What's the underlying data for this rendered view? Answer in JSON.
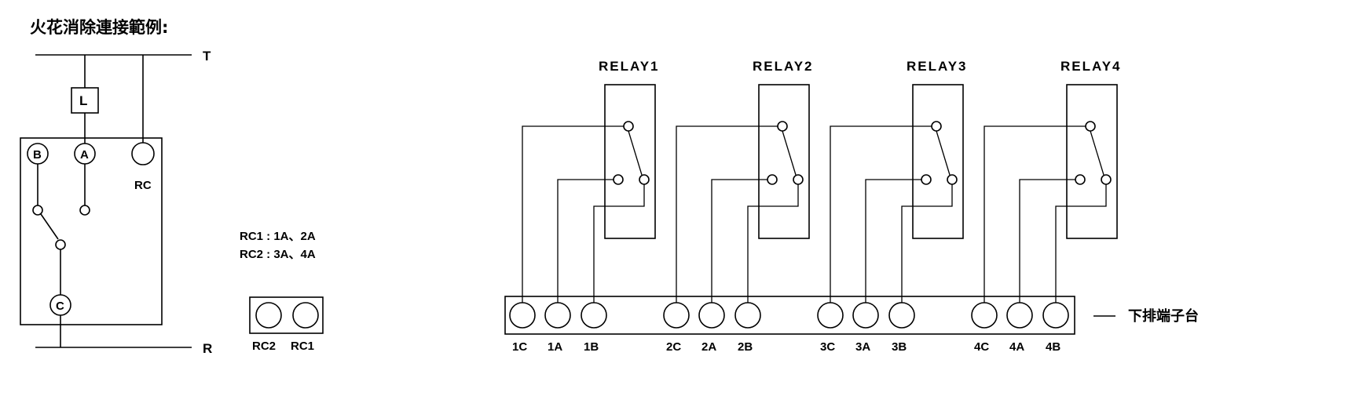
{
  "title": "火花消除連接範例:",
  "left_circuit": {
    "line_top": "T",
    "line_bottom": "R",
    "load": "L",
    "terminal_b": "B",
    "terminal_a": "A",
    "terminal_c": "C",
    "terminal_rc": "RC"
  },
  "rc_mapping": {
    "line1": "RC1 : 1A、2A",
    "line2": "RC2 : 3A、4A",
    "label_rc2": "RC2",
    "label_rc1": "RC1"
  },
  "relays": [
    {
      "name": "RELAY1",
      "terminals": [
        "1C",
        "1A",
        "1B"
      ]
    },
    {
      "name": "RELAY2",
      "terminals": [
        "2C",
        "2A",
        "2B"
      ]
    },
    {
      "name": "RELAY3",
      "terminals": [
        "3C",
        "3A",
        "3B"
      ]
    },
    {
      "name": "RELAY4",
      "terminals": [
        "4C",
        "4A",
        "4B"
      ]
    }
  ],
  "terminal_block_label": "下排端子台"
}
